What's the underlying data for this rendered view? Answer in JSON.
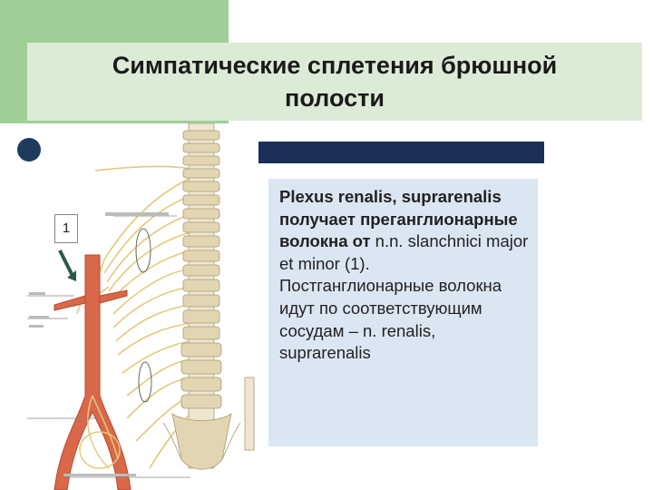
{
  "slide": {
    "title": "Симпатические сплетения брюшной полости",
    "label_number": "1",
    "body": {
      "bold_part": "Plexus renalis, suprarenalis получает преганглионарные волокна от",
      "normal_part": " n.n. slanchnici major et minor (1). Постганглионарные волокна идут по соответствующим сосудам – n. renalis, suprarenalis"
    }
  },
  "colors": {
    "green_band": "#9fcf96",
    "title_bg": "#dcebd6",
    "navy_bar": "#1b2f57",
    "text_panel_bg": "#dbe6f3",
    "artery": "#d9684a",
    "nerve": "#e8cf86",
    "bone": "#e9dfc4"
  }
}
